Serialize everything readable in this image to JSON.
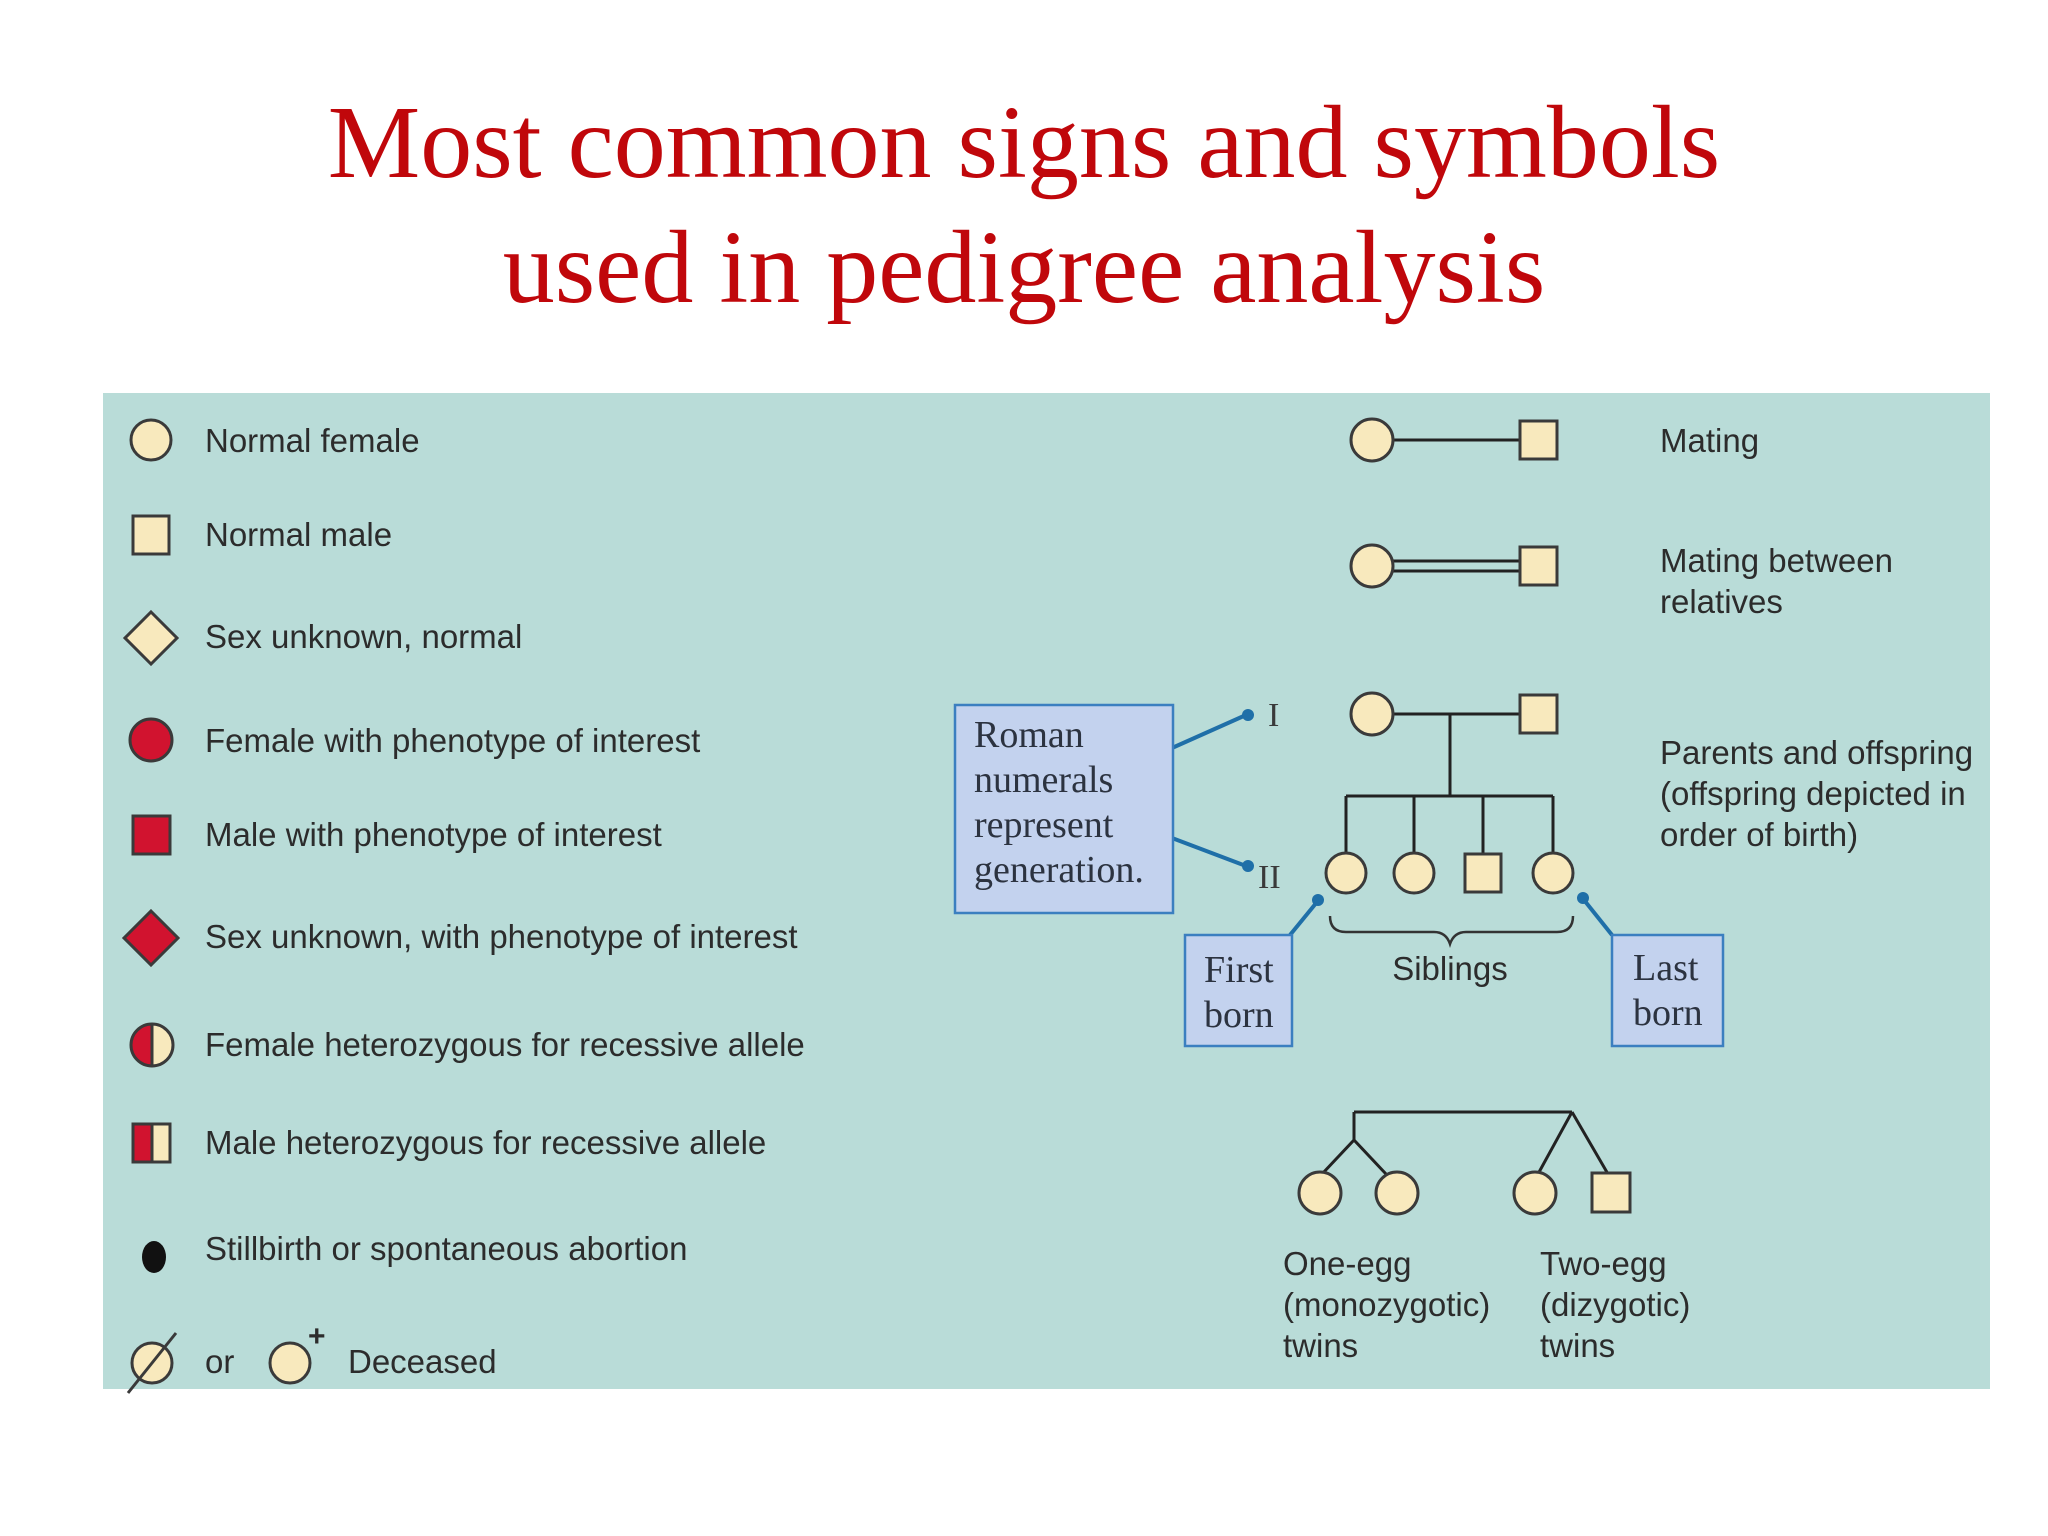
{
  "title": {
    "line1": "Most common signs and symbols",
    "line2": "used in pedigree analysis"
  },
  "colors": {
    "panel": "#b9dcd8",
    "normal_fill": "#f8e9bd",
    "affected_fill": "#d1132f",
    "callout_fill": "#c3d2ee",
    "callout_stroke": "#3b7fc0",
    "title_color": "#c0070b"
  },
  "legend": {
    "normal_female": "Normal female",
    "normal_male": "Normal male",
    "sex_unknown_normal": "Sex unknown, normal",
    "female_phenotype": "Female with phenotype of interest",
    "male_phenotype": "Male with phenotype of interest",
    "sex_unknown_phenotype": "Sex unknown, with phenotype of interest",
    "female_heterozygous": "Female heterozygous for recessive allele",
    "male_heterozygous": "Male heterozygous for recessive allele",
    "stillbirth": "Stillbirth or spontaneous abortion",
    "deceased_or": "or",
    "deceased_plus": "+",
    "deceased": "Deceased"
  },
  "relations": {
    "mating": "Mating",
    "mating_relatives_line1": "Mating between",
    "mating_relatives_line2": "relatives",
    "parents_line1": "Parents and offspring",
    "parents_line2": "(offspring depicted in",
    "parents_line3": "order of birth)",
    "numeral_1": "I",
    "numeral_2": "II",
    "roman_line1": "Roman",
    "roman_line2": "numerals",
    "roman_line3": "represent",
    "roman_line4": "generation.",
    "first_line1": "First",
    "first_line2": "born",
    "siblings": "Siblings",
    "last_line1": "Last",
    "last_line2": "born",
    "one_egg_line1": "One-egg",
    "one_egg_line2": "(monozygotic)",
    "one_egg_line3": "twins",
    "two_egg_line1": "Two-egg",
    "two_egg_line2": "(dizygotic)",
    "two_egg_line3": "twins"
  }
}
